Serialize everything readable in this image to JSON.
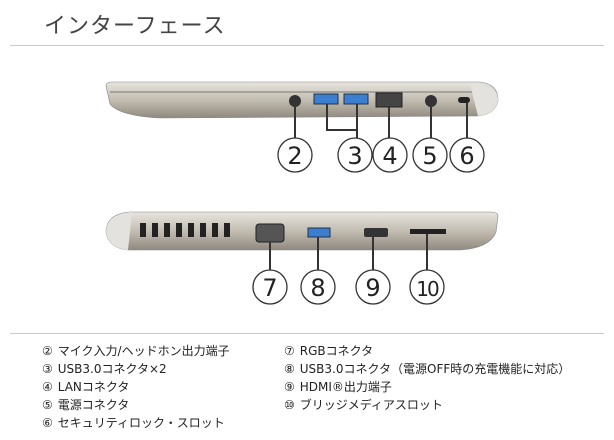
{
  "title": "インターフェース",
  "right_side_callouts": [
    "2",
    "3",
    "4",
    "5",
    "6"
  ],
  "left_side_callouts": [
    "7",
    "8",
    "9",
    "10"
  ],
  "legend_left": [
    {
      "num": "②",
      "label": "マイク入力/ヘッドホン出力端子"
    },
    {
      "num": "③",
      "label": "USB3.0コネクタ×2"
    },
    {
      "num": "④",
      "label": "LANコネクタ"
    },
    {
      "num": "⑤",
      "label": "電源コネクタ"
    },
    {
      "num": "⑥",
      "label": "セキュリティロック・スロット"
    }
  ],
  "legend_right": [
    {
      "num": "⑦",
      "label": "RGBコネクタ"
    },
    {
      "num": "⑧",
      "label": "USB3.0コネクタ（電源OFF時の充電機能に対応）"
    },
    {
      "num": "⑨",
      "label": "HDMI®出力端子"
    },
    {
      "num": "⑩",
      "label": "ブリッジメディアスロット"
    }
  ],
  "colors": {
    "body": "#b9b3a8",
    "usb": "#3c7fd0",
    "text": "#222222"
  }
}
